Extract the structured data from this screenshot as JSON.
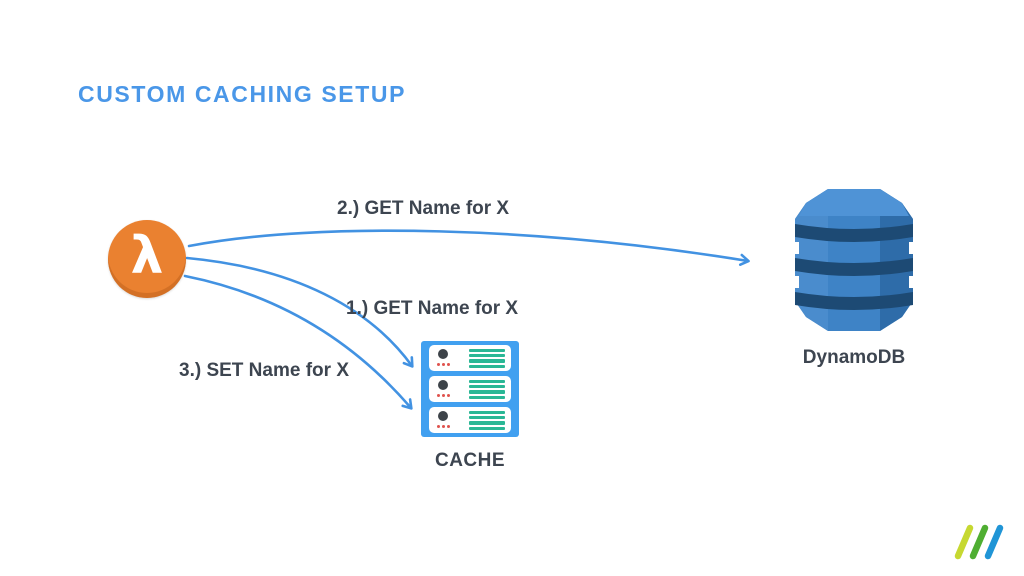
{
  "slide": {
    "title": "CUSTOM CACHING SETUP"
  },
  "colors": {
    "title_blue": "#4a97e8",
    "label_dark": "#3d4550",
    "arrow_blue": "#4292e2",
    "lambda_orange": "#ea8130",
    "cache_blue": "#41a0f0",
    "cache_line_teal": "#2ab795",
    "cache_dot_red": "#e0534e",
    "cache_led_dark": "#3d4349",
    "dynamodb_body_blue": "#3e83c6",
    "dynamodb_band_navy": "#1d4a74",
    "logo_slash_colors": [
      "#c6d831",
      "#4fae32",
      "#2095d6"
    ]
  },
  "diagram": {
    "nodes": {
      "lambda": {
        "glyph": "λ",
        "icon": "aws-lambda-icon"
      },
      "cache": {
        "label": "CACHE",
        "icon": "server-stack-icon",
        "server_rows": 3
      },
      "dynamodb": {
        "label": "DynamoDB",
        "icon": "dynamodb-barrel-icon"
      }
    },
    "edges": [
      {
        "label": "2.) GET Name for X",
        "from": "lambda",
        "to": "dynamodb"
      },
      {
        "label": "1.) GET Name for X",
        "from": "lambda",
        "to": "cache"
      },
      {
        "label": "3.) SET Name for X",
        "from": "lambda",
        "to": "cache"
      }
    ]
  }
}
